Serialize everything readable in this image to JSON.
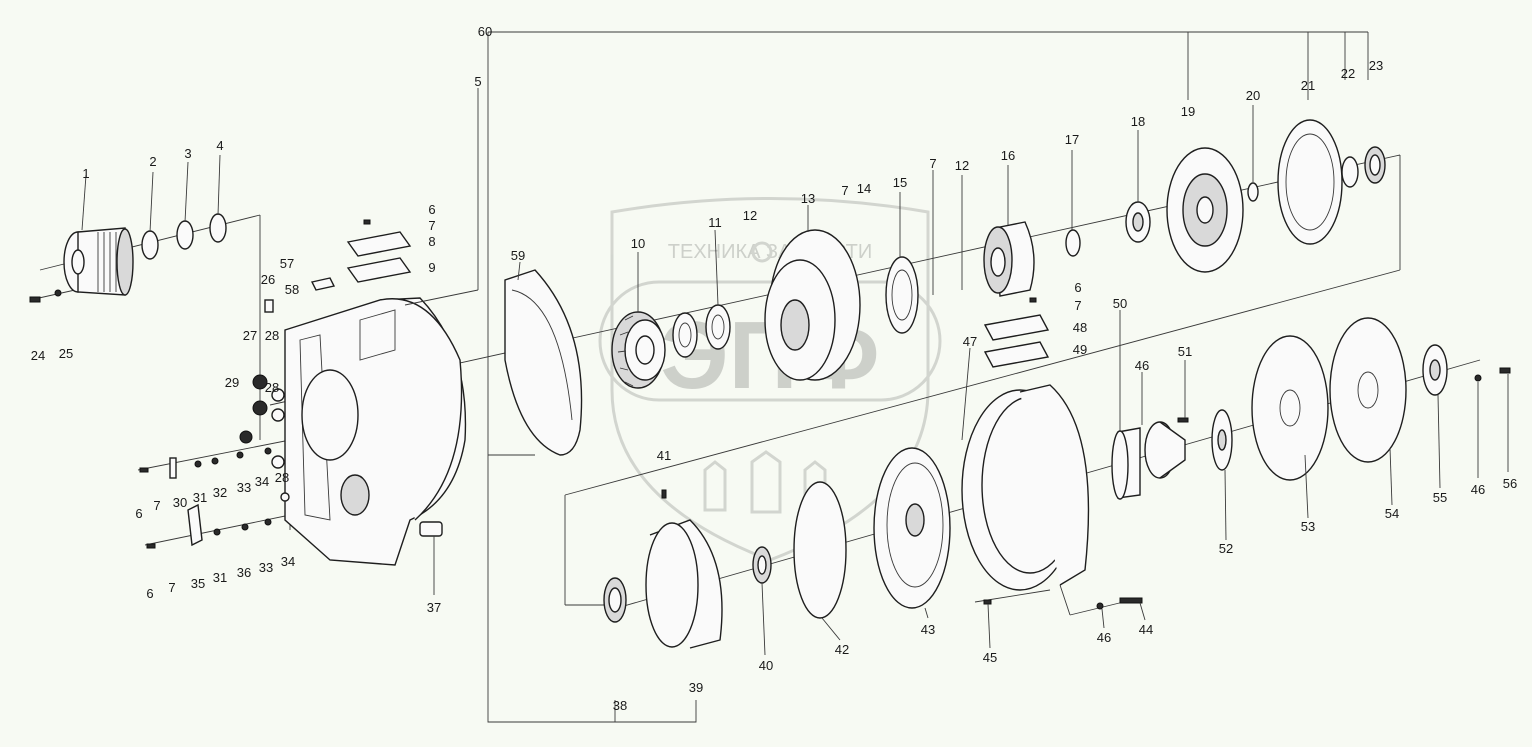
{
  "watermark": {
    "top_text": "ТЕХНИКА   ЗАПЧАСТИ",
    "big_text": "ЭПФ"
  },
  "callouts": [
    {
      "id": "c1",
      "text": "1"
    },
    {
      "id": "c2",
      "text": "2"
    },
    {
      "id": "c3",
      "text": "3"
    },
    {
      "id": "c4",
      "text": "4"
    },
    {
      "id": "c5",
      "text": "5"
    },
    {
      "id": "c6a",
      "text": "6"
    },
    {
      "id": "c7a",
      "text": "7"
    },
    {
      "id": "c8",
      "text": "8"
    },
    {
      "id": "c9",
      "text": "9"
    },
    {
      "id": "c10",
      "text": "10"
    },
    {
      "id": "c11",
      "text": "11"
    },
    {
      "id": "c12a",
      "text": "12"
    },
    {
      "id": "c13",
      "text": "13"
    },
    {
      "id": "c7b",
      "text": "7"
    },
    {
      "id": "c14",
      "text": "14"
    },
    {
      "id": "c15",
      "text": "15"
    },
    {
      "id": "c7c",
      "text": "7"
    },
    {
      "id": "c12b",
      "text": "12"
    },
    {
      "id": "c16",
      "text": "16"
    },
    {
      "id": "c17",
      "text": "17"
    },
    {
      "id": "c18",
      "text": "18"
    },
    {
      "id": "c19",
      "text": "19"
    },
    {
      "id": "c20",
      "text": "20"
    },
    {
      "id": "c21",
      "text": "21"
    },
    {
      "id": "c22",
      "text": "22"
    },
    {
      "id": "c23",
      "text": "23"
    },
    {
      "id": "c60",
      "text": "60"
    },
    {
      "id": "c24",
      "text": "24"
    },
    {
      "id": "c25",
      "text": "25"
    },
    {
      "id": "c26",
      "text": "26"
    },
    {
      "id": "c27",
      "text": "27"
    },
    {
      "id": "c28a",
      "text": "28"
    },
    {
      "id": "c29",
      "text": "29"
    },
    {
      "id": "c28b",
      "text": "28"
    },
    {
      "id": "c57",
      "text": "57"
    },
    {
      "id": "c58",
      "text": "58"
    },
    {
      "id": "c59",
      "text": "59"
    },
    {
      "id": "c6b",
      "text": "6"
    },
    {
      "id": "c7d",
      "text": "7"
    },
    {
      "id": "c48",
      "text": "48"
    },
    {
      "id": "c49",
      "text": "49"
    },
    {
      "id": "c47",
      "text": "47"
    },
    {
      "id": "c50",
      "text": "50"
    },
    {
      "id": "c46a",
      "text": "46"
    },
    {
      "id": "c51",
      "text": "51"
    },
    {
      "id": "c6c",
      "text": "6"
    },
    {
      "id": "c7e",
      "text": "7"
    },
    {
      "id": "c30",
      "text": "30"
    },
    {
      "id": "c31a",
      "text": "31"
    },
    {
      "id": "c32",
      "text": "32"
    },
    {
      "id": "c33a",
      "text": "33"
    },
    {
      "id": "c34a",
      "text": "34"
    },
    {
      "id": "c28c",
      "text": "28"
    },
    {
      "id": "c6d",
      "text": "6"
    },
    {
      "id": "c7f",
      "text": "7"
    },
    {
      "id": "c35",
      "text": "35"
    },
    {
      "id": "c31b",
      "text": "31"
    },
    {
      "id": "c36",
      "text": "36"
    },
    {
      "id": "c33b",
      "text": "33"
    },
    {
      "id": "c34b",
      "text": "34"
    },
    {
      "id": "c37",
      "text": "37"
    },
    {
      "id": "c41",
      "text": "41"
    },
    {
      "id": "c38",
      "text": "38"
    },
    {
      "id": "c39",
      "text": "39"
    },
    {
      "id": "c40",
      "text": "40"
    },
    {
      "id": "c42",
      "text": "42"
    },
    {
      "id": "c43",
      "text": "43"
    },
    {
      "id": "c45",
      "text": "45"
    },
    {
      "id": "c46b",
      "text": "46"
    },
    {
      "id": "c44",
      "text": "44"
    },
    {
      "id": "c52",
      "text": "52"
    },
    {
      "id": "c53",
      "text": "53"
    },
    {
      "id": "c54",
      "text": "54"
    },
    {
      "id": "c55",
      "text": "55"
    },
    {
      "id": "c46c",
      "text": "46"
    },
    {
      "id": "c56",
      "text": "56"
    }
  ]
}
